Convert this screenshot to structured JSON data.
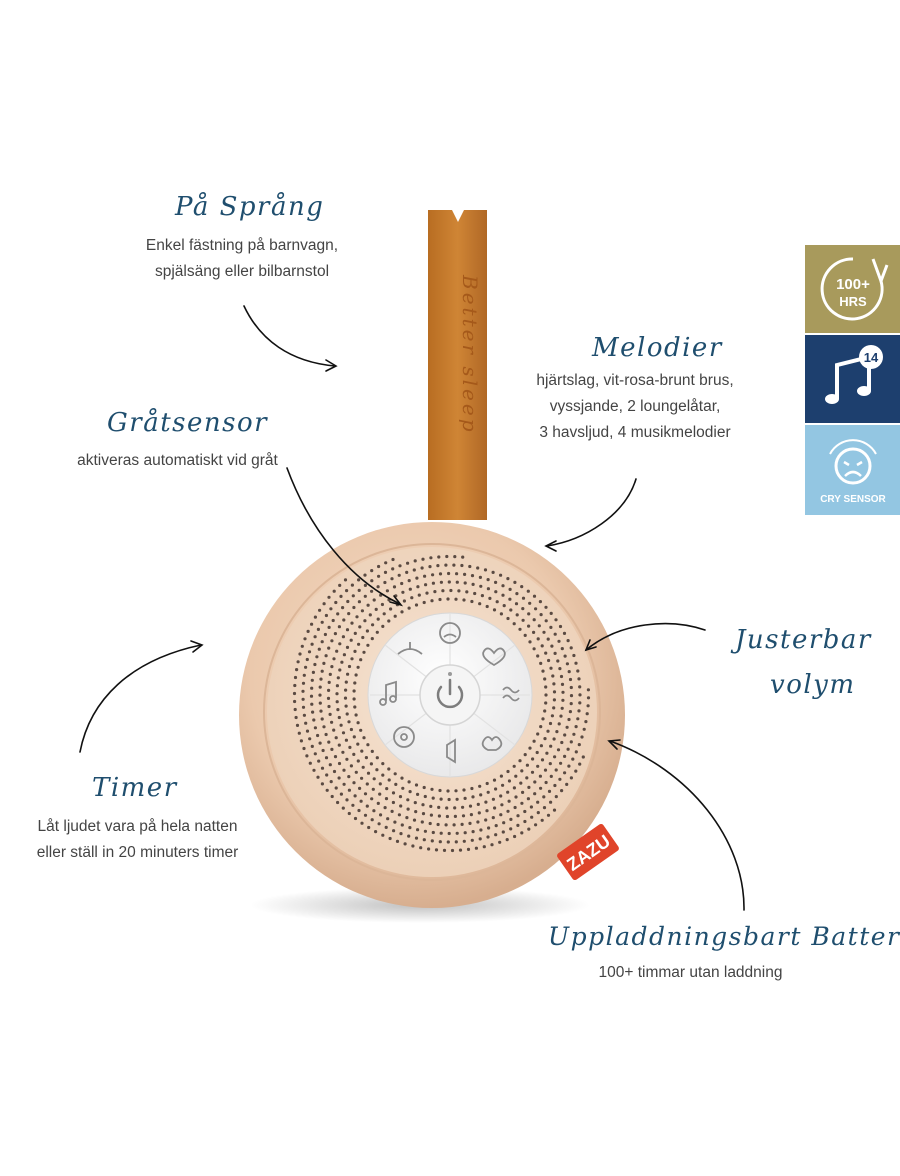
{
  "features": {
    "pa_sprang": {
      "title": "På Språng",
      "lines": [
        "Enkel fästning på barnvagn,",
        "spjälsäng eller bilbarnstol"
      ]
    },
    "melodier": {
      "title": "Melodier",
      "lines": [
        "hjärtslag, vit-rosa-brunt brus,",
        "vyssjande, 2 loungelåtar,",
        "3 havsljud, 4 musikmelodier"
      ]
    },
    "gratsensor": {
      "title": "Gråtsensor",
      "lines": [
        "aktiveras automatiskt vid gråt"
      ]
    },
    "justerbar": {
      "title_line1": "Justerbar",
      "title_line2": "volym"
    },
    "timer": {
      "title": "Timer",
      "lines": [
        "Låt ljudet vara på hela natten",
        "eller ställ in 20 minuters timer"
      ]
    },
    "batteri": {
      "title": "Uppladdningsbart Batteri",
      "lines": [
        "100+ timmar utan laddning"
      ]
    }
  },
  "product": {
    "strap_text": "Better sleep",
    "tag_text": "ZAZU"
  },
  "badges": {
    "hours": {
      "line1": "100+",
      "line2": "HRS",
      "color": "#a89a5c"
    },
    "melodies": {
      "count": "14",
      "icon": "music-note-icon",
      "color": "#1d3f6e"
    },
    "cry": {
      "label": "CRY SENSOR",
      "icon": "crying-face-icon",
      "color": "#93c6e2"
    }
  },
  "colors": {
    "title": "#1f4e6e",
    "text": "#444444",
    "device": "#e8c7ac",
    "strap": "#c27a2c",
    "tag": "#e0442a"
  }
}
